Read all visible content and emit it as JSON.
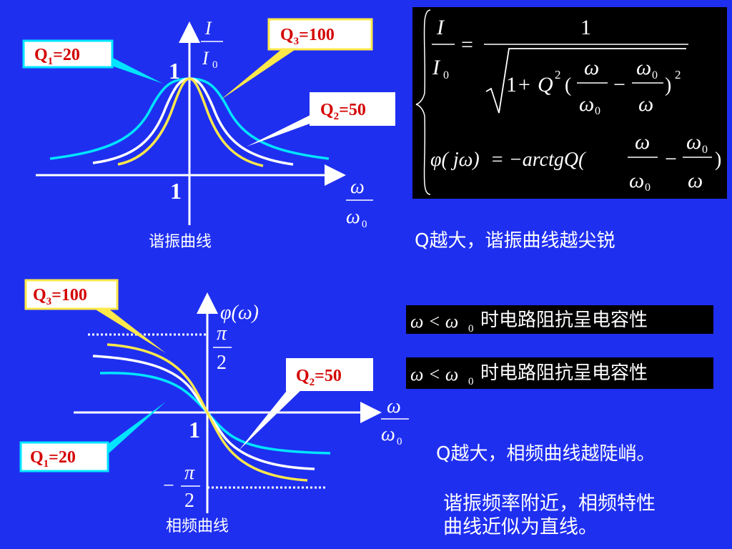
{
  "colors": {
    "background": "#1f2ff0",
    "q1_curve": "#00e5ff",
    "q2_curve": "#ffffff",
    "q3_curve": "#ffe84a",
    "label_box_fill": "#ffffff",
    "label_text": "#d40000",
    "formula_box": "#000000"
  },
  "top_chart": {
    "y_axis_num": "I",
    "y_axis_den": "I",
    "y_axis_den_sub": "0",
    "y_one": "1",
    "x_one": "1",
    "x_axis_num": "ω",
    "x_axis_den": "ω",
    "x_axis_den_sub": "0",
    "caption": "谐振曲线"
  },
  "labels": {
    "q1": {
      "main": "Q",
      "sub": "1",
      "rest": "=20"
    },
    "q2": {
      "main": "Q",
      "sub": "2",
      "rest": "=50"
    },
    "q3": {
      "main": "Q",
      "sub": "3",
      "rest": "=100"
    }
  },
  "formula": {
    "lhs_num": "I",
    "lhs_den": "I",
    "lhs_den_sub": "0",
    "equals": "=",
    "one": "1",
    "root_one": "1",
    "plus": "+",
    "q": "Q",
    "sup2": "2",
    "lparen": "(",
    "rparen": ")",
    "omega": "ω",
    "omega0": "ω",
    "sub0": "0",
    "minus": "−",
    "phi_lhs": "φ( jω)",
    "phi_rhs": "= −arctgQ(",
    "close": ")"
  },
  "notes": {
    "top": "Q越大，谐振曲线越尖锐",
    "condition_1": {
      "lhs": "ω < ω",
      "sub": "0",
      "text": "时电路阻抗呈电容性"
    },
    "condition_2": {
      "lhs": "ω < ω",
      "sub": "0",
      "text": "时电路阻抗呈电容性"
    },
    "bottom_1": "Q越大，相频曲线越陡峭。",
    "bottom_2_line1": "谐振频率附近，相频特性",
    "bottom_2_line2": "曲线近似为直线。"
  },
  "bottom_chart": {
    "y_axis": "φ(ω)",
    "pi": "π",
    "two": "2",
    "neg": "−",
    "x_one": "1",
    "x_axis_num": "ω",
    "x_axis_den": "ω",
    "x_axis_den_sub": "0",
    "caption": "相频曲线"
  }
}
